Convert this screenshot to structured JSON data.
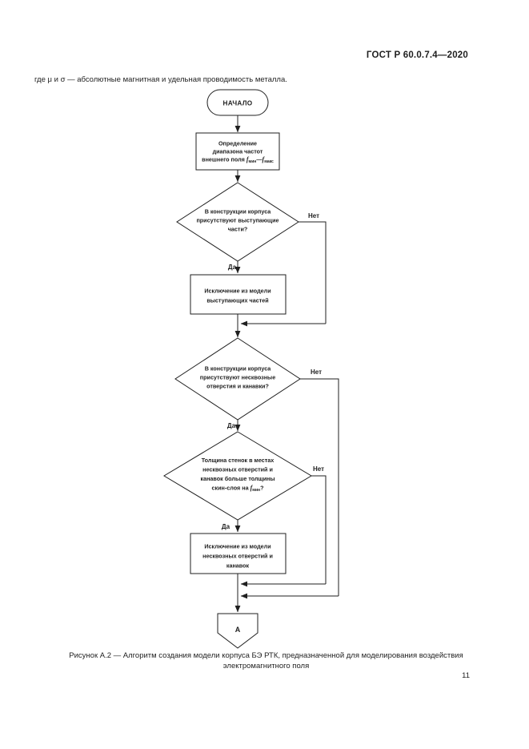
{
  "page": {
    "header": "ГОСТ Р 60.0.7.4—2020",
    "intro": "где μ  и  σ — абсолютные магнитная и удельная проводимость металла.",
    "caption_line1": "Рисунок А.2 — Алгоритм создания модели корпуса БЭ РТК, предназначенной для моделирования воздействия",
    "caption_line2": "электромагнитного поля",
    "page_number": "11"
  },
  "flowchart": {
    "yes_label": "Да",
    "no_label": "Нет",
    "start": "НАЧАЛО",
    "rect1": {
      "line1": "Определение",
      "line2": "диапазона частот",
      "line3_prefix": "внешнего поля ",
      "f": "f",
      "sub_min": "мин",
      "dash": "—",
      "sub_max": "макс"
    },
    "diamond1": {
      "line1": "В конструкции корпуса",
      "line2": "присутствуют выступающие",
      "line3": "части?"
    },
    "rect2": {
      "line1": "Исключение из модели",
      "line2": "выступающих частей"
    },
    "diamond2": {
      "line1": "В конструкции корпуса",
      "line2": "присутствуют несквозные",
      "line3": "отверстия и канавки?"
    },
    "diamond3": {
      "line1": "Толщина стенок в местах",
      "line2": "несквозных отверстий и",
      "line3": "канавок больше толщины",
      "line4_prefix": "скин-слоя на ",
      "f": "f",
      "sub": "мин",
      "question": "?"
    },
    "rect3": {
      "line1": "Исключение из модели",
      "line2": "несквозных отверстий и",
      "line3": "канавок"
    },
    "connector": "А"
  },
  "colors": {
    "ink": "#1f1f1f",
    "background": "#ffffff"
  }
}
